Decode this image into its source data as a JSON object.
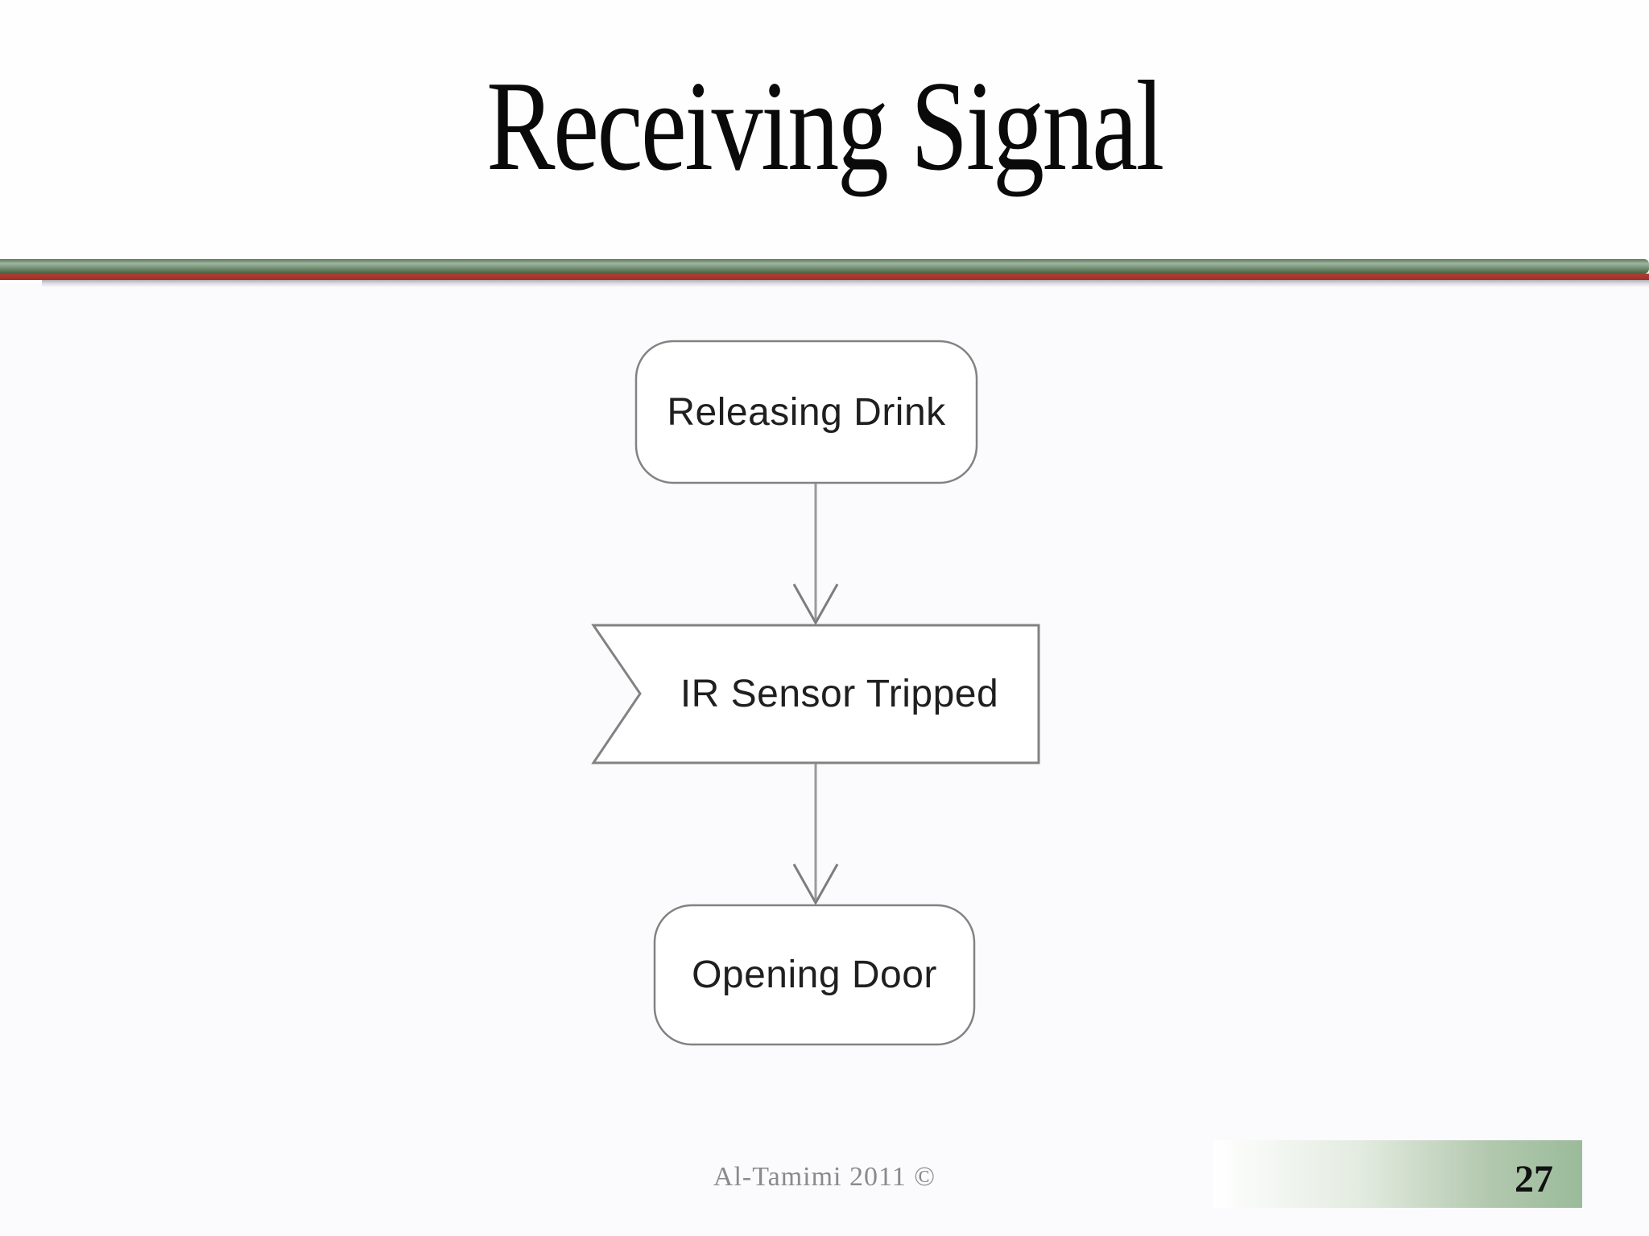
{
  "slide": {
    "title": "Receiving Signal",
    "diagram": {
      "nodes": [
        {
          "id": "releasing-drink",
          "label": "Releasing Drink",
          "shape": "rounded-rect"
        },
        {
          "id": "ir-sensor-tripped",
          "label": "IR Sensor Tripped",
          "shape": "accept-event-signal"
        },
        {
          "id": "opening-door",
          "label": "Opening Door",
          "shape": "rounded-rect"
        }
      ],
      "edges": [
        {
          "from": "releasing-drink",
          "to": "ir-sensor-tripped",
          "style": "open-arrow"
        },
        {
          "from": "ir-sensor-tripped",
          "to": "opening-door",
          "style": "open-arrow"
        }
      ]
    },
    "footer": {
      "credit": "Al-Tamimi 2011 ©",
      "page_number": "27"
    },
    "colors": {
      "divider_green": "#5f7d62",
      "divider_green_highlight": "#9eb49e",
      "divider_red": "#a8382f",
      "page_box_green": "#9abb9a",
      "shape_border": "#828282",
      "arrow_gray": "#8f8f8f",
      "node_text": "#1f1f1f",
      "footer_text": "#8a8a8a",
      "title_text": "#0a0a0a"
    }
  }
}
